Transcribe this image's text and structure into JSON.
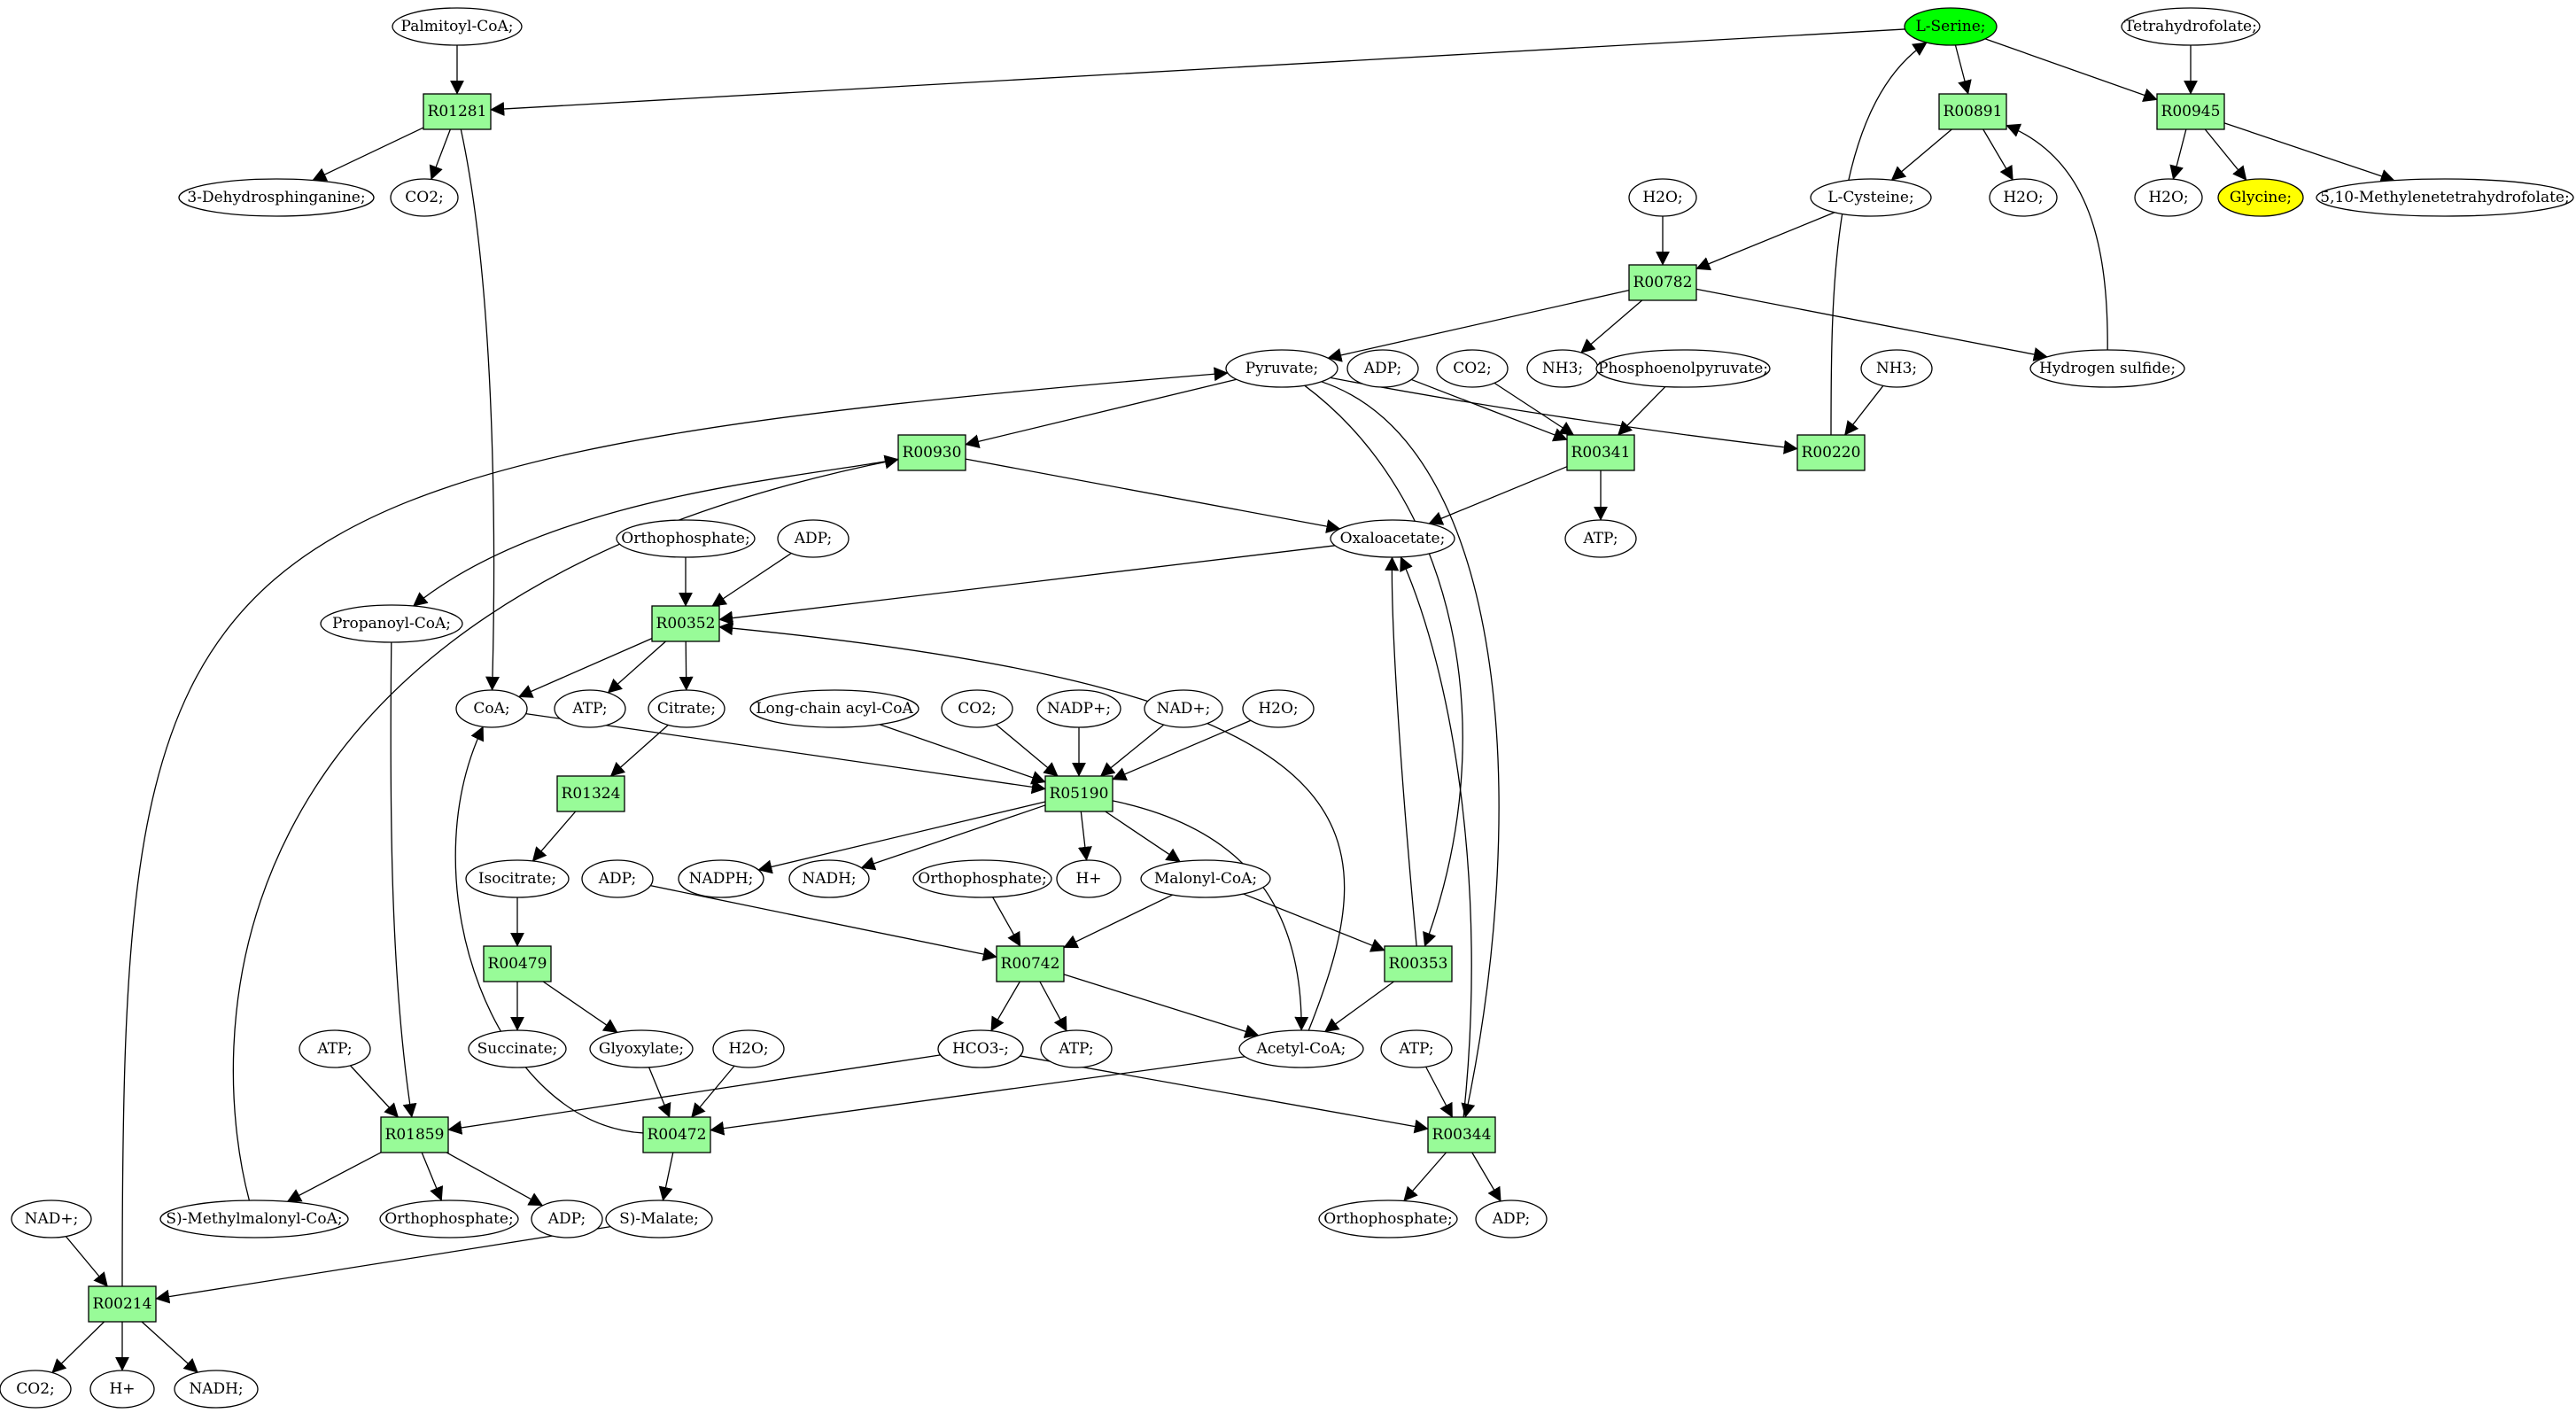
{
  "colors": {
    "reaction_fill": "#98fb98",
    "compound_fill": "#ffffff",
    "source_fill": "#00ff00",
    "target_fill": "#ffff00",
    "stroke": "#000000"
  },
  "compounds": [
    {
      "id": "palmitoyl_coa",
      "label": "Palmitoyl-CoA;"
    },
    {
      "id": "l_serine",
      "label": "L-Serine;",
      "role": "source"
    },
    {
      "id": "thf",
      "label": "Tetrahydrofolate;"
    },
    {
      "id": "dehydrosphinganine",
      "label": "3-Dehydrosphinganine;"
    },
    {
      "id": "co2_1",
      "label": "CO2;"
    },
    {
      "id": "h2o_1",
      "label": "H2O;"
    },
    {
      "id": "l_cysteine",
      "label": "L-Cysteine;"
    },
    {
      "id": "h2o_2",
      "label": "H2O;"
    },
    {
      "id": "h2o_3",
      "label": "H2O;"
    },
    {
      "id": "glycine",
      "label": "Glycine;",
      "role": "target"
    },
    {
      "id": "methylene_thf",
      "label": "5,10-Methylenetetrahydrofolate;"
    },
    {
      "id": "pyruvate",
      "label": "Pyruvate;"
    },
    {
      "id": "adp_1",
      "label": "ADP;"
    },
    {
      "id": "co2_2",
      "label": "CO2;"
    },
    {
      "id": "nh3_1",
      "label": "NH3;"
    },
    {
      "id": "pep",
      "label": "Phosphoenolpyruvate;"
    },
    {
      "id": "nh3_2",
      "label": "NH3;"
    },
    {
      "id": "h2s",
      "label": "Hydrogen sulfide;"
    },
    {
      "id": "oxaloacetate",
      "label": "Oxaloacetate;"
    },
    {
      "id": "atp_1",
      "label": "ATP;"
    },
    {
      "id": "orthophosphate_1",
      "label": "Orthophosphate;"
    },
    {
      "id": "adp_2",
      "label": "ADP;"
    },
    {
      "id": "propanoyl_coa",
      "label": "Propanoyl-CoA;"
    },
    {
      "id": "coa",
      "label": "CoA;"
    },
    {
      "id": "atp_2",
      "label": "ATP;"
    },
    {
      "id": "citrate",
      "label": "Citrate;"
    },
    {
      "id": "lc_acyl_coa",
      "label": "Long-chain acyl-CoA"
    },
    {
      "id": "co2_3",
      "label": "CO2;"
    },
    {
      "id": "nadp",
      "label": "NADP+;"
    },
    {
      "id": "nad_1",
      "label": "NAD+;"
    },
    {
      "id": "h2o_4",
      "label": "H2O;"
    },
    {
      "id": "isocitrate",
      "label": "Isocitrate;"
    },
    {
      "id": "nadph",
      "label": "NADPH;"
    },
    {
      "id": "nadh_1",
      "label": "NADH;"
    },
    {
      "id": "hplus_1",
      "label": "H+"
    },
    {
      "id": "adp_3",
      "label": "ADP;"
    },
    {
      "id": "orthophosphate_2",
      "label": "Orthophosphate;"
    },
    {
      "id": "malonyl_coa",
      "label": "Malonyl-CoA;"
    },
    {
      "id": "succinate",
      "label": "Succinate;"
    },
    {
      "id": "glyoxylate",
      "label": "Glyoxylate;"
    },
    {
      "id": "h2o_5",
      "label": "H2O;"
    },
    {
      "id": "hco3",
      "label": "HCO3-;"
    },
    {
      "id": "atp_3",
      "label": "ATP;"
    },
    {
      "id": "acetyl_coa",
      "label": "Acetyl-CoA;"
    },
    {
      "id": "atp_4",
      "label": "ATP;"
    },
    {
      "id": "atp_5",
      "label": "ATP;"
    },
    {
      "id": "methylmalonyl_coa",
      "label": "S)-Methylmalonyl-CoA;"
    },
    {
      "id": "orthophosphate_3",
      "label": "Orthophosphate;"
    },
    {
      "id": "adp_4",
      "label": "ADP;"
    },
    {
      "id": "s_malate",
      "label": "S)-Malate;"
    },
    {
      "id": "orthophosphate_4",
      "label": "Orthophosphate;"
    },
    {
      "id": "adp_5",
      "label": "ADP;"
    },
    {
      "id": "nad_2",
      "label": "NAD+;"
    },
    {
      "id": "co2_4",
      "label": "CO2;"
    },
    {
      "id": "hplus_2",
      "label": "H+"
    },
    {
      "id": "nadh_2",
      "label": "NADH;"
    }
  ],
  "reactions": [
    {
      "id": "R01281",
      "label": "R01281"
    },
    {
      "id": "R00891",
      "label": "R00891"
    },
    {
      "id": "R00945",
      "label": "R00945"
    },
    {
      "id": "R00782",
      "label": "R00782"
    },
    {
      "id": "R00930",
      "label": "R00930"
    },
    {
      "id": "R00341",
      "label": "R00341"
    },
    {
      "id": "R00220",
      "label": "R00220"
    },
    {
      "id": "R00352",
      "label": "R00352"
    },
    {
      "id": "R01324",
      "label": "R01324"
    },
    {
      "id": "R05190",
      "label": "R05190"
    },
    {
      "id": "R00479",
      "label": "R00479"
    },
    {
      "id": "R00742",
      "label": "R00742"
    },
    {
      "id": "R00353",
      "label": "R00353"
    },
    {
      "id": "R01859",
      "label": "R01859"
    },
    {
      "id": "R00472",
      "label": "R00472"
    },
    {
      "id": "R00344",
      "label": "R00344"
    },
    {
      "id": "R00214",
      "label": "R00214"
    }
  ]
}
